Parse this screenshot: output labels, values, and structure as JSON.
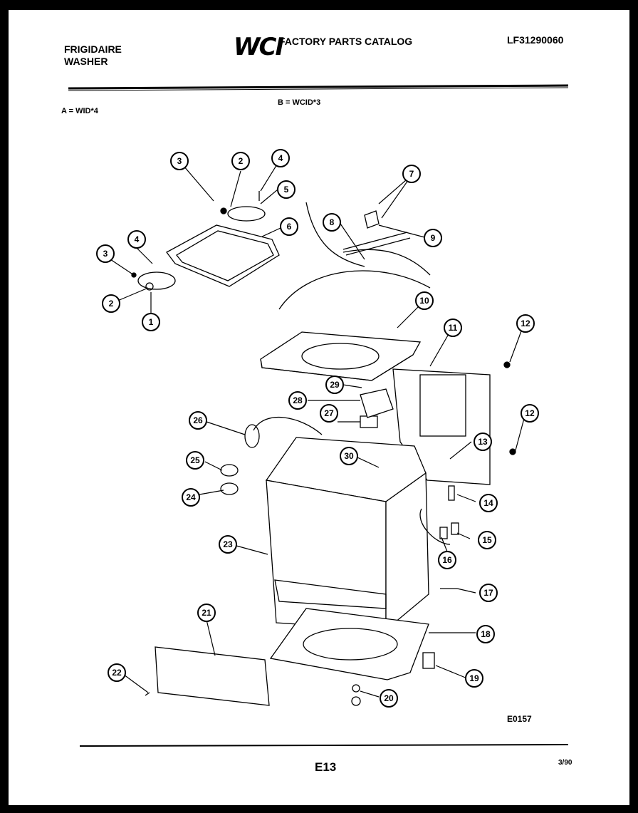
{
  "header": {
    "brand": "FRIGIDAIRE",
    "product": "WASHER",
    "logo_text": "WCI",
    "catalog_title": "FACTORY PARTS CATALOG",
    "model_number": "LF31290060"
  },
  "variants": {
    "a": "A = WID*4",
    "b": "B = WCID*3"
  },
  "callouts": [
    "1",
    "2",
    "3",
    "4",
    "5",
    "6",
    "7",
    "8",
    "9",
    "10",
    "11",
    "12",
    "13",
    "14",
    "15",
    "16",
    "17",
    "18",
    "19",
    "20",
    "21",
    "22",
    "23",
    "24",
    "25",
    "26",
    "27",
    "28",
    "29",
    "30"
  ],
  "footer": {
    "figure_id": "E0157",
    "page": "E13",
    "date": "3/90"
  }
}
